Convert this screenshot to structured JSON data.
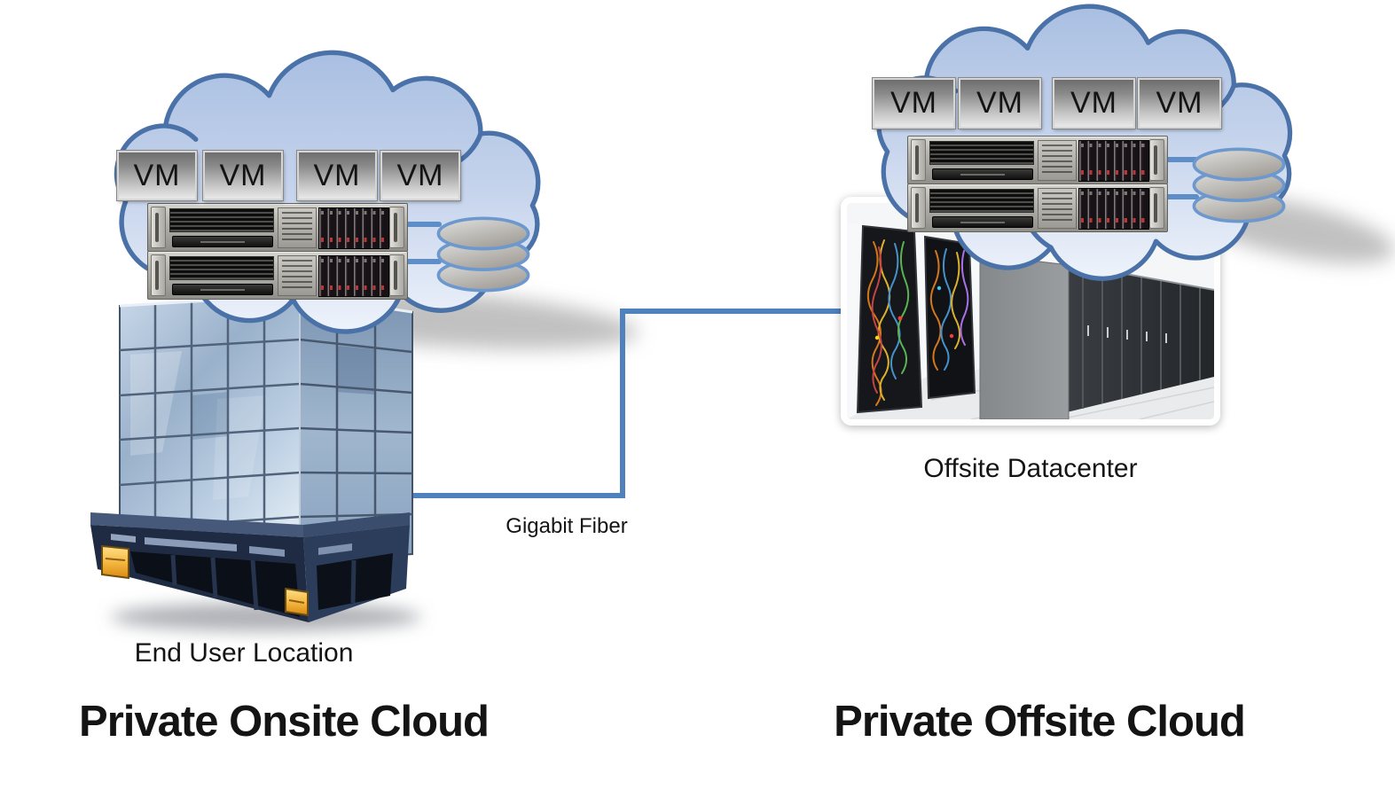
{
  "diagram_type": "private-cloud-architecture",
  "titles": {
    "left": "Private Onsite Cloud",
    "right": "Private Offsite Cloud"
  },
  "left_cloud": {
    "vms": [
      "VM",
      "VM",
      "VM",
      "VM"
    ],
    "server_units": 2,
    "storage_disks": 3,
    "location_label": "End User Location"
  },
  "right_cloud": {
    "vms": [
      "VM",
      "VM",
      "VM",
      "VM"
    ],
    "server_units": 2,
    "storage_disks": 3,
    "location_label": "Offsite Datacenter"
  },
  "connection": {
    "label": "Gigabit Fiber"
  },
  "colors": {
    "background": "#ffffff",
    "cloud_border": "#4a72a8",
    "cloud_fill_top": "#a9bfe2",
    "cloud_fill_bottom": "#eef3fb",
    "connector_line": "#4f81bd",
    "vm_box_top": "#6e6e6e",
    "vm_box_bottom": "#e9e9e9",
    "disk_border": "#6d98cd",
    "text": "#141414"
  },
  "icons": [
    "cloud-shape",
    "vm-box",
    "rack-server-icon",
    "disk-stack-icon",
    "office-building-icon",
    "datacenter-photo"
  ]
}
